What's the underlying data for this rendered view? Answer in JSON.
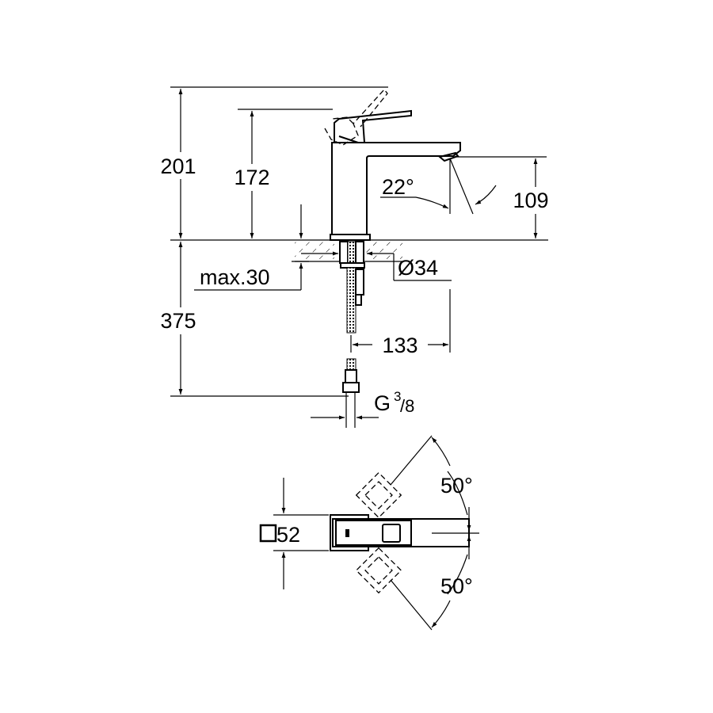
{
  "drawing": {
    "side_view": {
      "height_total": "201",
      "height_handle": "172",
      "spout_height": "109",
      "spout_angle": "22°",
      "deck_thickness": "max.30",
      "hole_diameter": "Ø34",
      "depth_below": "375",
      "projection": "133",
      "connection_g": "G",
      "connection_num": "3",
      "connection_den": "/8"
    },
    "top_view": {
      "base_size_symbol": "□",
      "base_size": "52",
      "swing_left": "50°",
      "swing_right": "50°"
    },
    "line_color": "#000000",
    "background_color": "#ffffff"
  }
}
